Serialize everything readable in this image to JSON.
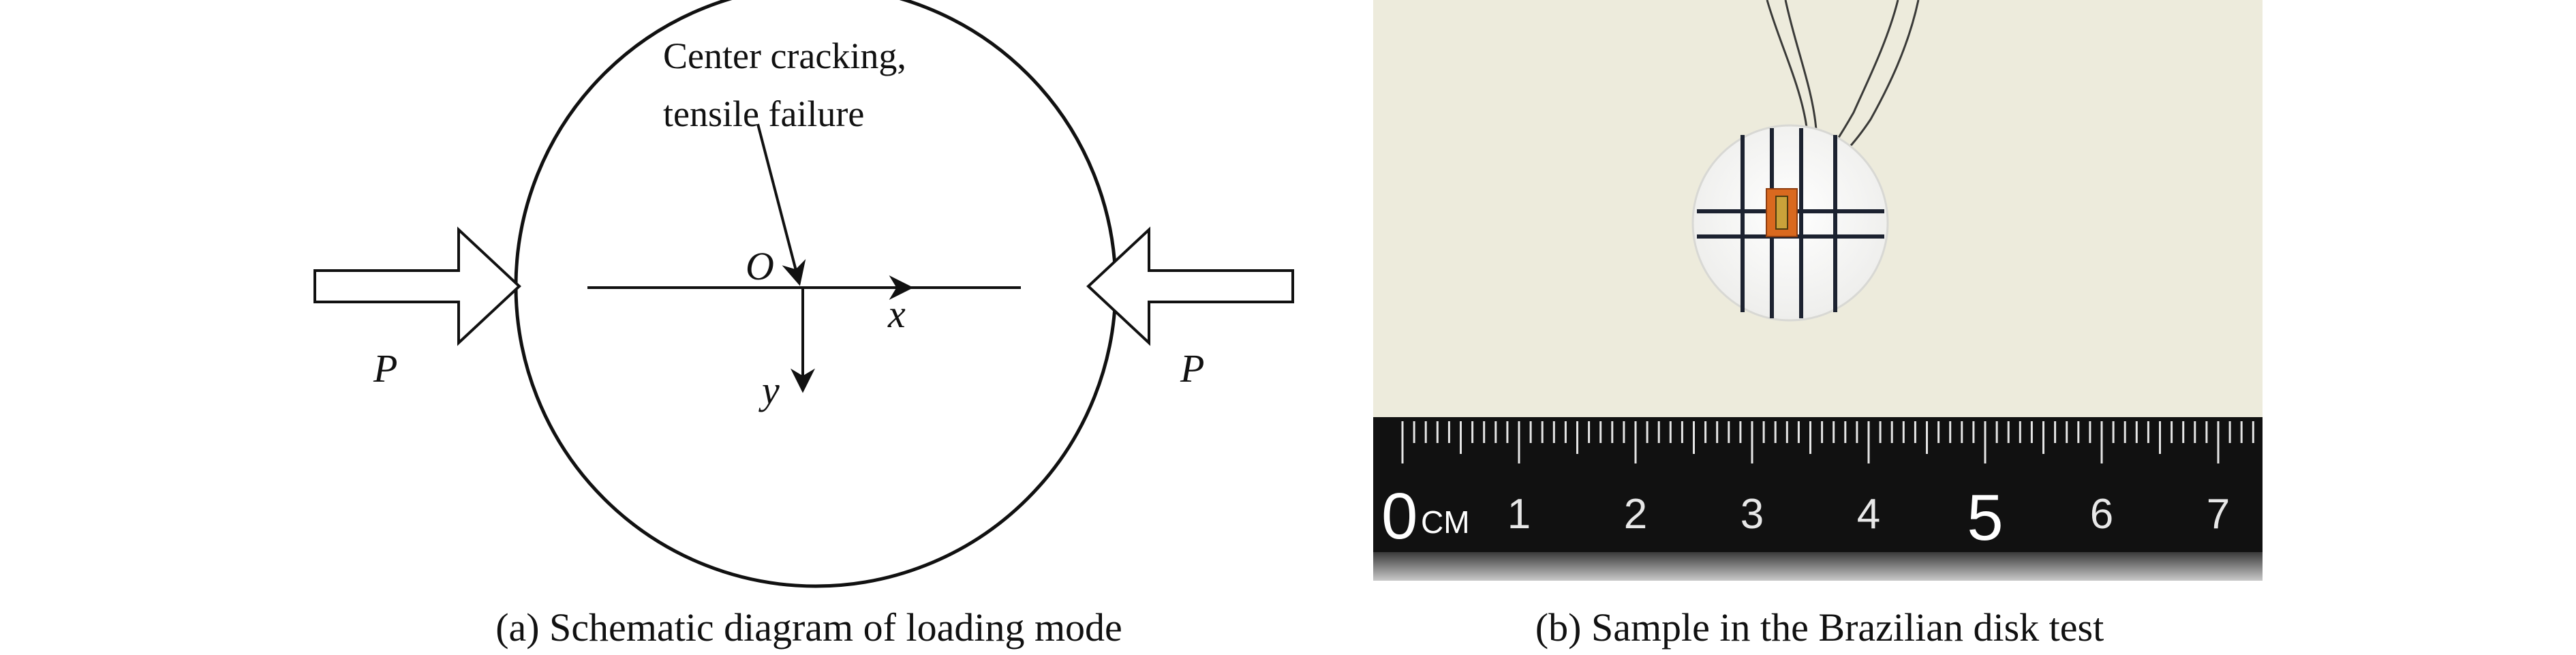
{
  "panel_a": {
    "annotation_line1": "Center cracking,",
    "annotation_line2": "tensile failure",
    "origin_label": "O",
    "x_axis_label": "x",
    "y_axis_label": "y",
    "load_left_label": "P",
    "load_right_label": "P",
    "caption": "(a) Schematic diagram of loading mode"
  },
  "panel_b": {
    "caption": "(b) Sample in the Brazilian disk test",
    "ruler": {
      "zero_label": "0",
      "unit_label": "CM",
      "numbers": [
        "1",
        "2",
        "3",
        "4",
        "5",
        "6",
        "7"
      ],
      "emphasized_number": "5"
    }
  },
  "colors": {
    "photo_background": "#e9e7d6",
    "ruler_body": "#111111",
    "strain_gauge": "#d9691f",
    "disk": "#fbfbfb"
  }
}
